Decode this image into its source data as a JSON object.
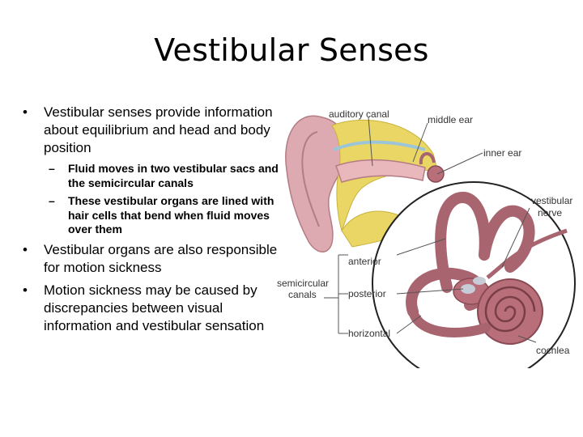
{
  "slide": {
    "title": "Vestibular Senses"
  },
  "bullets": [
    {
      "text": "Vestibular senses provide information about equilibrium and head and body position"
    },
    {
      "text": "Vestibular organs are also responsible for motion sickness"
    },
    {
      "text": "Motion sickness may be caused by discrepancies between visual information and vestibular sensation"
    }
  ],
  "subbullets": [
    {
      "text": "Fluid moves in two vestibular sacs and the semicircular canals"
    },
    {
      "text": "These vestibular organs are lined with hair cells that bend when fluid moves over them"
    }
  ],
  "bullet_marker": "•",
  "subbullet_marker": "–",
  "figure": {
    "labels": {
      "auditory_canal": "auditory canal",
      "middle_ear": "middle ear",
      "inner_ear": "inner ear",
      "vestibular": "vestibular",
      "nerve": "nerve",
      "anterior": "anterior",
      "semicircular": "semicircular",
      "canals": "canals",
      "posterior": "posterior",
      "horizontal": "horizontal",
      "cochlea": "cochlea"
    }
  },
  "colors": {
    "ear_pink": "#d9a3a8",
    "tissue_yellow": "#e8d25a",
    "canal_mauve": "#a8646f",
    "label_line": "#555555"
  }
}
